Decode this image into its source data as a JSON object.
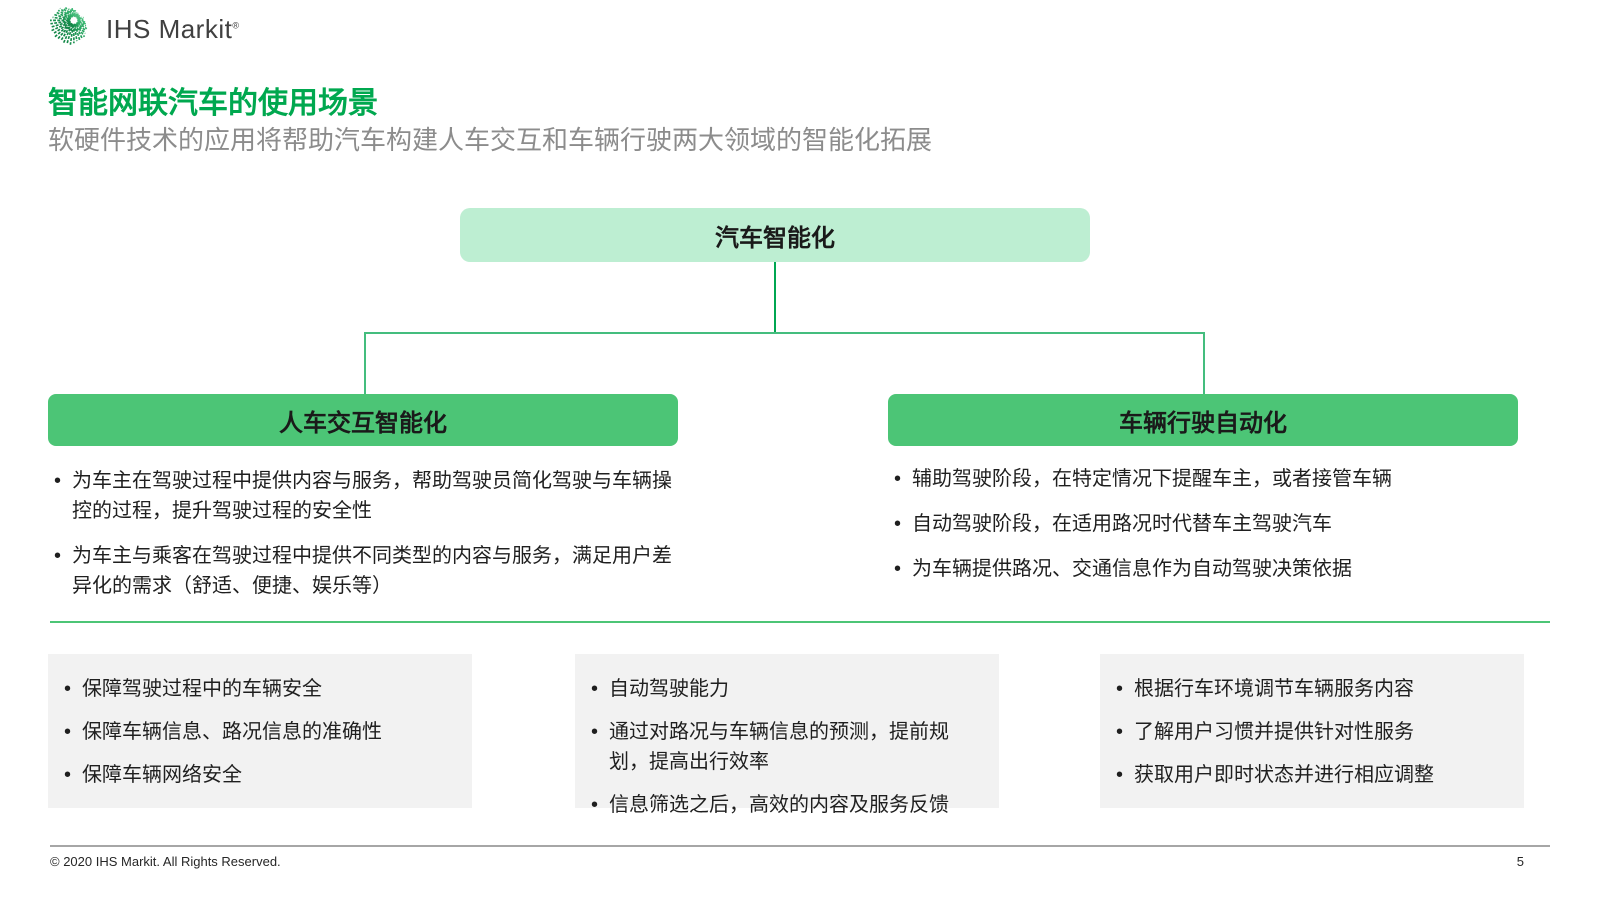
{
  "brand": {
    "logo_text": "IHS Markit",
    "logo_trademark": "®"
  },
  "header": {
    "title": "智能网联汽车的使用场景",
    "subtitle": "软硬件技术的应用将帮助汽车构建人车交互和车辆行驶两大领域的智能化拓展"
  },
  "diagram": {
    "root": {
      "label": "汽车智能化"
    },
    "branches": [
      {
        "label": "人车交互智能化",
        "bullets": [
          "为车主在驾驶过程中提供内容与服务，帮助驾驶员简化驾驶与车辆操控的过程，提升驾驶过程的安全性",
          "为车主与乘客在驾驶过程中提供不同类型的内容与服务，满足用户差异化的需求（舒适、便捷、娱乐等）"
        ]
      },
      {
        "label": "车辆行驶自动化",
        "bullets": [
          "辅助驾驶阶段，在特定情况下提醒车主，或者接管车辆",
          "自动驾驶阶段，在适用路况时代替车主驾驶汽车",
          "为车辆提供路况、交通信息作为自动驾驶决策依据"
        ]
      }
    ]
  },
  "bottom_panels": [
    {
      "bullets": [
        "保障驾驶过程中的车辆安全",
        "保障车辆信息、路况信息的准确性",
        "保障车辆网络安全"
      ]
    },
    {
      "bullets": [
        "自动驾驶能力",
        "通过对路况与车辆信息的预测，提前规划，提高出行效率",
        "信息筛选之后，高效的内容及服务反馈"
      ]
    },
    {
      "bullets": [
        "根据行车环境调节车辆服务内容",
        "了解用户习惯并提供针对性服务",
        "获取用户即时状态并进行相应调整"
      ]
    }
  ],
  "footer": {
    "copyright": "© 2020 IHS Markit. All Rights Reserved.",
    "page_number": "5"
  },
  "colors": {
    "accent_green": "#00A84F",
    "box_light_green": "#BDEED2",
    "box_green": "#4CC576",
    "connector_green": "#44BD7E",
    "panel_gray": "#F2F2F2",
    "subtitle_gray": "#8C8C8C"
  }
}
